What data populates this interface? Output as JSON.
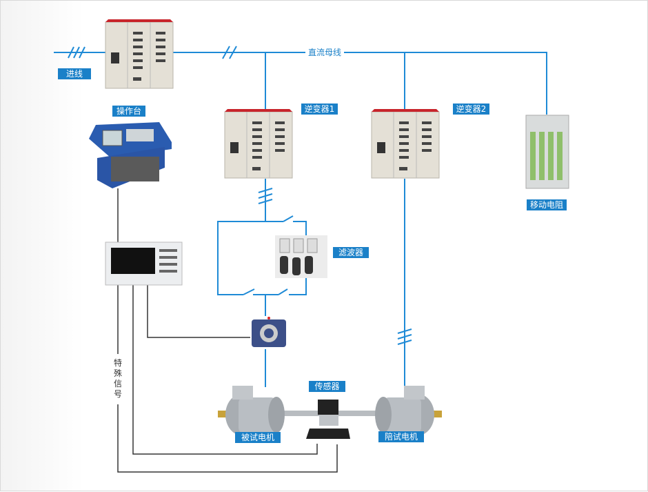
{
  "labels": {
    "incoming_line": "进线",
    "dc_bus": "直流母线",
    "console": "操作台",
    "inverter1": "逆变器1",
    "inverter2": "逆变器2",
    "mobile_resistor": "移动电阻",
    "filter": "滤波器",
    "sensor": "传感器",
    "motor_under_test": "被试电机",
    "companion_motor": "陪试电机",
    "special_signal": "特殊信号"
  },
  "colors": {
    "power_line": "#1e8ad6",
    "signal_line": "#333333",
    "label_bg": "#1a80c8"
  }
}
